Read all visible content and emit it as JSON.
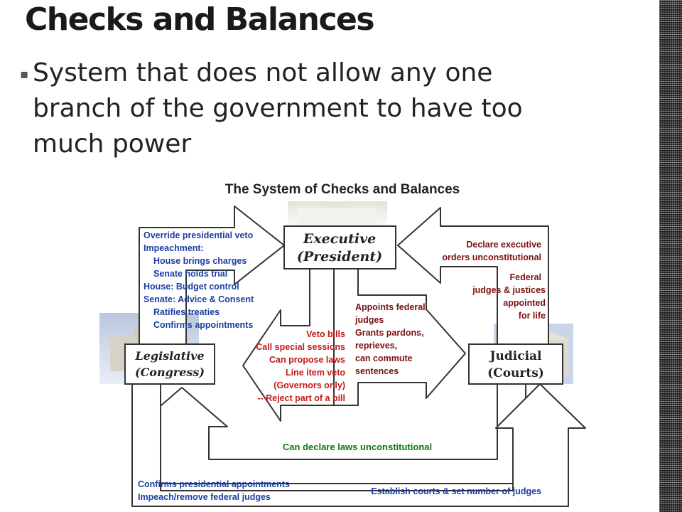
{
  "slide": {
    "title": "Checks and Balances",
    "bullet_marker": "▪",
    "bullet_text": "System that does not allow any one branch of the government to have too much power"
  },
  "diagram": {
    "title": "The System of Checks and Balances",
    "executive_line1": "Executive",
    "executive_line2": "(President)",
    "legislative_line1": "Legislative",
    "legislative_line2": "(Congress)",
    "judicial_line1": "Judicial",
    "judicial_line2": "(Courts)",
    "legislative_checks_executive": [
      "Override presidential veto",
      "Impeachment:",
      "House brings charges",
      "Senate holds trial",
      "House: Budget control",
      "Senate: Advice & Consent",
      "Ratifies treaties",
      "Confirms appointments"
    ],
    "judicial_checks_executive": [
      "Declare executive",
      "orders unconstitutional",
      "Federal",
      "judges & justices",
      "appointed",
      "for life"
    ],
    "executive_checks_legislative": [
      "Veto bills",
      "Call special sessions",
      "Can propose laws",
      "Line item veto",
      "(Governors only)",
      "-- Reject part of a bill"
    ],
    "executive_checks_judicial": [
      "Appoints federal",
      "judges",
      "Grants pardons,",
      "reprieves,",
      "can commute",
      "sentences"
    ],
    "judicial_checks_legislative": "Can declare laws unconstitutional",
    "legislative_checks_judicial_left": [
      "Confirms presidential appointments",
      "Impeach/remove federal judges"
    ],
    "legislative_checks_judicial_right": "Establish courts & set number of judges"
  },
  "colors": {
    "blue_text": "#1b3fa0",
    "red_text": "#c41a1a",
    "green_text": "#0b7a12",
    "outline": "#333333"
  }
}
